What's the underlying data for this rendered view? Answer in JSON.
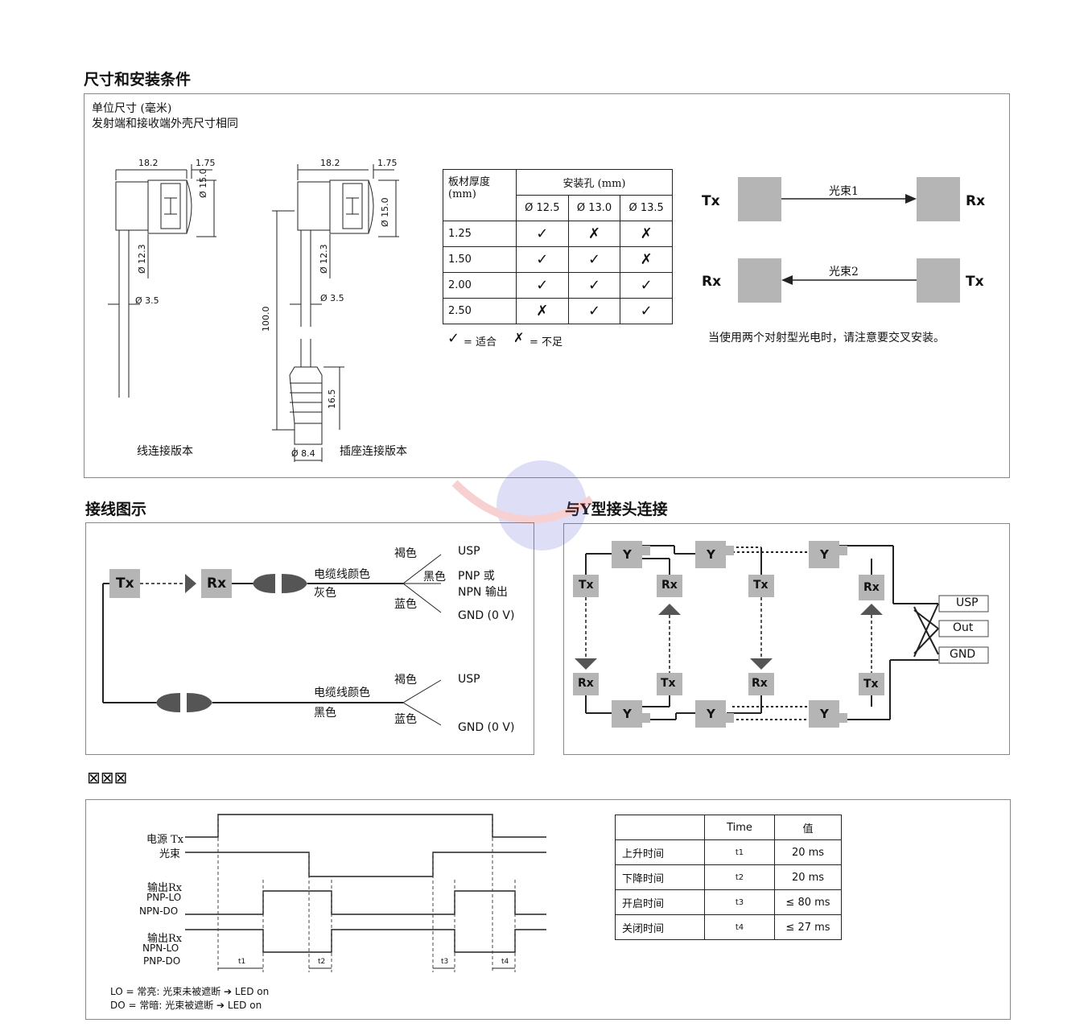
{
  "sections": {
    "dimensions_title": "尺寸和安装条件",
    "wiring_title": "接线图示",
    "y_title": "与Y型接头连接",
    "timing_title": "⊠⊠⊠"
  },
  "dimensions": {
    "unit_note": "单位尺寸 (毫米)",
    "housing_note": "发射端和接收端外壳尺寸相同",
    "dim_18_2": "18.2",
    "dim_1_75": "1.75",
    "dim_15": "Ø 15.0",
    "dim_12_3": "Ø 12.3",
    "dim_3_5": "Ø 3.5",
    "dim_100": "100.0",
    "dim_16_5": "16.5",
    "dim_8_4": "Ø 8.4",
    "cable_version": "线连接版本",
    "socket_version": "插座连接版本"
  },
  "mount_table": {
    "header_thickness": "板材厚度",
    "header_thickness_unit": "(mm)",
    "header_hole": "安装孔 (mm)",
    "cols": [
      "Ø 12.5",
      "Ø 13.0",
      "Ø 13.5"
    ],
    "rows": [
      {
        "t": "1.25",
        "v": [
          "✓",
          "✗",
          "✗"
        ]
      },
      {
        "t": "1.50",
        "v": [
          "✓",
          "✓",
          "✗"
        ]
      },
      {
        "t": "2.00",
        "v": [
          "✓",
          "✓",
          "✓"
        ]
      },
      {
        "t": "2.50",
        "v": [
          "✗",
          "✓",
          "✓"
        ]
      }
    ],
    "legend_ok": "= 适合",
    "legend_no": "= 不足"
  },
  "cross": {
    "tx": "Tx",
    "rx": "Rx",
    "beam1": "光束1",
    "beam2": "光束2",
    "note": "当使用两个对射型光电时，请注意要交叉安装。"
  },
  "wiring": {
    "tx": "Tx",
    "rx": "Rx",
    "cable_color": "电缆线颜色",
    "grey": "灰色",
    "black": "黑色",
    "brown": "褐色",
    "black_wire": "黑色",
    "blue": "蓝色",
    "usp": "USP",
    "pnp_or": "PNP 或",
    "npn_out": "NPN 输出",
    "gnd": "GND (0 V)"
  },
  "y_conn": {
    "y": "Y",
    "tx": "Tx",
    "rx": "Rx",
    "usp": "USP",
    "out": "Out",
    "gnd": "GND"
  },
  "timing": {
    "power_tx": "电源 Tx",
    "beam": "光束",
    "out_rx": "输出Rx",
    "pnp_lo": "PNP-LO",
    "npn_do": "NPN-DO",
    "out_rx2": "输出Rx",
    "npn_lo": "NPN-LO",
    "pnp_do": "PNP-DO",
    "t1": "t1",
    "t2": "t2",
    "t3": "t3",
    "t4": "t4",
    "lo_note": "LO = 常亮: 光束未被遮断 ➔ LED on",
    "do_note": "DO = 常暗: 光束被遮断 ➔ LED on"
  },
  "time_table": {
    "header_time": "Time",
    "header_value": "值",
    "rows": [
      {
        "label": "上升时间",
        "sym": "t1",
        "val": "20 ms"
      },
      {
        "label": "下降时间",
        "sym": "t2",
        "val": "20 ms"
      },
      {
        "label": "开启时间",
        "sym": "t3",
        "val": "≤ 80 ms"
      },
      {
        "label": "关闭时间",
        "sym": "t4",
        "val": "≤ 27 ms"
      }
    ]
  },
  "colors": {
    "grey_box": "#b5b5b5",
    "arrow": "#555555",
    "border": "#888888"
  },
  "icons": [
    "check-icon",
    "cross-icon",
    "arrow-right-icon",
    "arrow-left-icon",
    "connector-icon"
  ]
}
